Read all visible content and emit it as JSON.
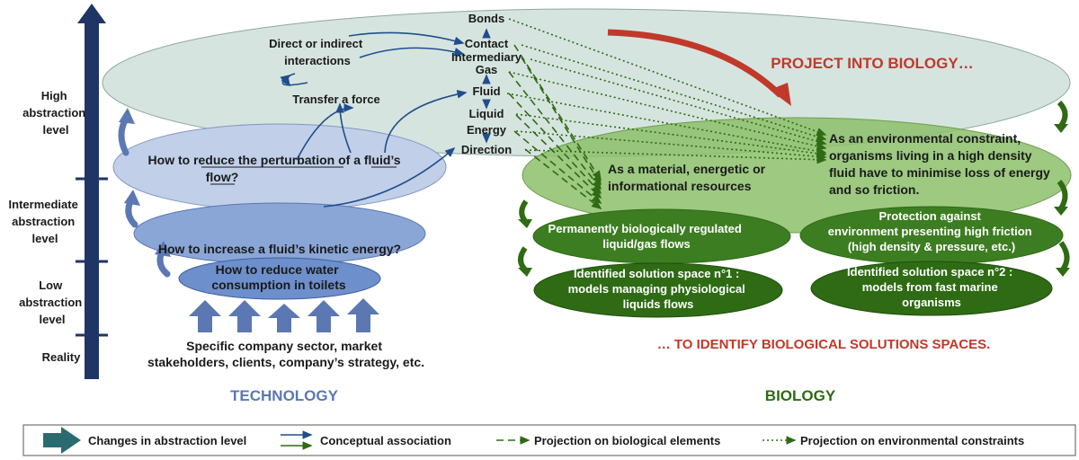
{
  "levels": {
    "high": [
      "High",
      "abstraction",
      "level"
    ],
    "intermediate": [
      "Intermediate",
      "abstraction",
      "level"
    ],
    "low": [
      "Low",
      "abstraction",
      "level"
    ],
    "reality": "Reality"
  },
  "technology": {
    "title": "TECHNOLOGY",
    "q1": [
      "How to reduce the perturbation of a fluid’s",
      "flow?"
    ],
    "q2": "How to increase a fluid’s kinetic energy?",
    "q3": [
      "How to reduce water",
      "consumption in toilets"
    ],
    "context": [
      "Specific company sector, market",
      "stakeholders, clients, company’s strategy, etc."
    ]
  },
  "concepts": {
    "direct": [
      "Direct or indirect",
      "interactions"
    ],
    "transfer": "Transfer a force",
    "bonds": "Bonds",
    "contact": "Contact",
    "intermediary": "Intermediary",
    "gas": "Gas",
    "fluid": "Fluid",
    "liquid": "Liquid",
    "energy": "Energy",
    "direction": "Direction"
  },
  "biology": {
    "title": "BIOLOGY",
    "project": "PROJECT INTO BIOLOGY…",
    "identify": "… TO IDENTIFY BIOLOGICAL SOLUTIONS SPACES.",
    "resources": [
      "As a material, energetic or",
      "informational resources"
    ],
    "constraint": [
      "As an environmental constraint,",
      "organisms living in a high density",
      "fluid have to minimise loss of energy",
      "and so friction."
    ],
    "regulated": [
      "Permanently biologically regulated",
      "liquid/gas flows"
    ],
    "protection": [
      "Protection against",
      "environment presenting high friction",
      "(high density & pressure, etc.)"
    ],
    "space1": [
      "Identified solution space n°1 :",
      "models managing physiological",
      "liquids flows"
    ],
    "space2": [
      "Identified solution space n°2 :",
      "models from fast marine",
      "organisms"
    ]
  },
  "legend": {
    "abstraction": "Changes in abstraction level",
    "conceptual": "Conceptual association",
    "projection_elements": "Projection on biological elements",
    "projection_constraints": "Projection on environmental constraints"
  },
  "colors": {
    "navy": "#1f3566",
    "tech_blue": "#5b78b2",
    "bio_green": "#2e6b14",
    "red": "#c0392b"
  }
}
